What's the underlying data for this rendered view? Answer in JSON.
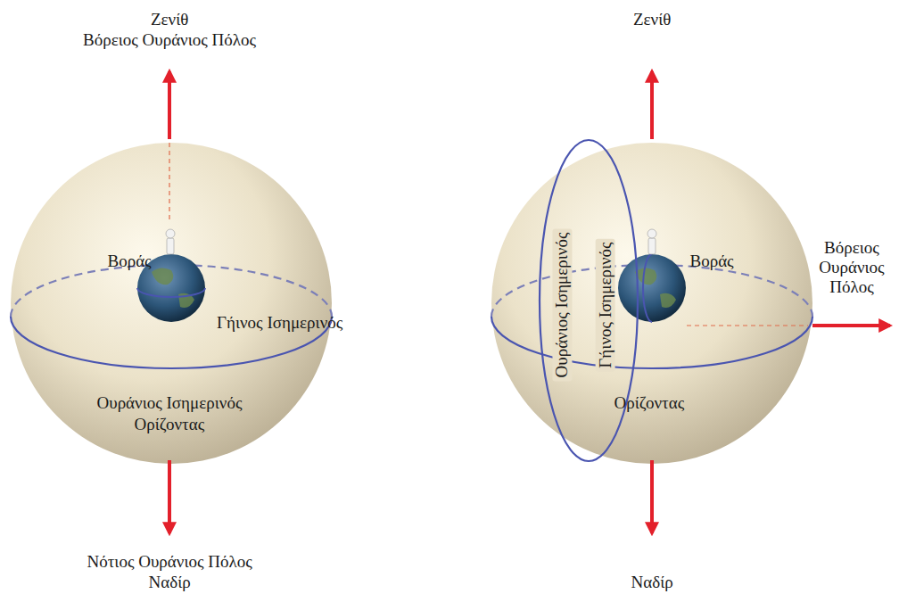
{
  "diagram": {
    "labels": [
      "Ζενίθ",
      "Βόρειος Ουράνιος Πόλος",
      "Βοράς",
      "Γήινος Ισημερινός",
      "Ουράνιος Ισημερινός",
      "Ορίζοντας",
      "Νότιος Ουράνιος Πόλος",
      "Ναδίρ",
      "Ζενίθ",
      "Βόρειος Ουράνιος Πόλος",
      "Ουράνιος Ισημερινός",
      "Γήινος Ισημερινός",
      "Βοράς",
      "Ορίζοντας",
      "Ναδίρ"
    ]
  }
}
